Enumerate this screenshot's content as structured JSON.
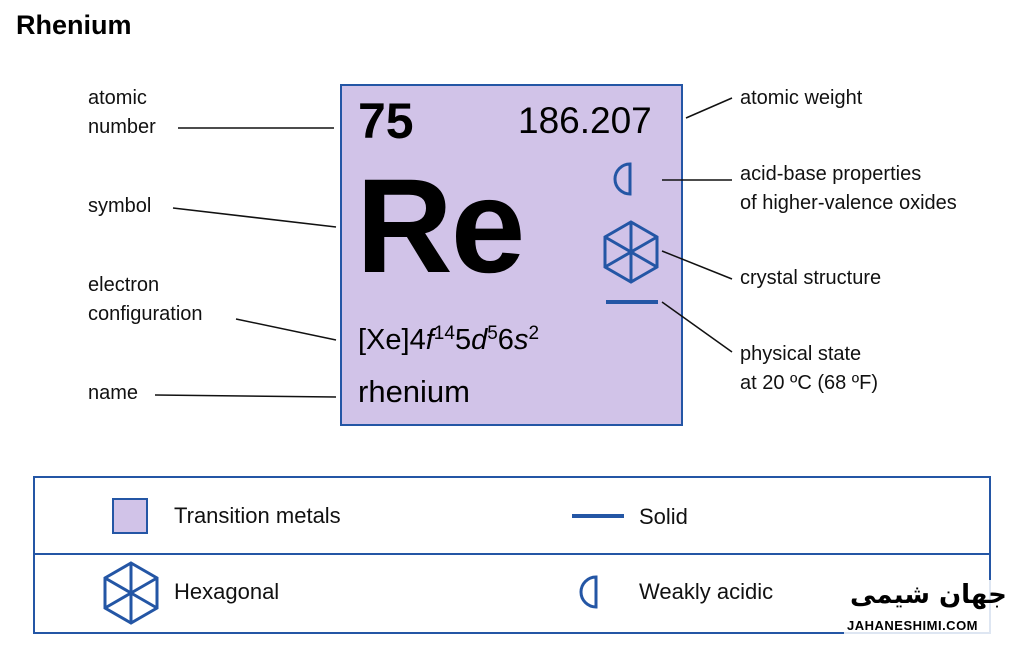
{
  "title": "Rhenium",
  "element": {
    "atomic_number": "75",
    "atomic_weight": "186.207",
    "symbol": "Re",
    "config": {
      "core": "[Xe]",
      "o1": "4",
      "l1": "f",
      "e1": "14",
      "o2": "5",
      "l2": "d",
      "e2": "5",
      "o3": "6",
      "l3": "s",
      "e3": "2"
    },
    "name": "rhenium",
    "color": "#d1c3e8",
    "accent": "#2456a5"
  },
  "labels": {
    "atomic_number_l1": "atomic",
    "atomic_number_l2": "number",
    "symbol": "symbol",
    "electron_l1": "electron",
    "electron_l2": "configuration",
    "name": "name",
    "atomic_weight": "atomic weight",
    "acid_l1": "acid-base properties",
    "acid_l2": "of higher-valence oxides",
    "crystal": "crystal structure",
    "state_l1": "physical state",
    "state_l2": "at 20 ºC (68 ºF)"
  },
  "legend": {
    "category": "Transition metals",
    "state": "Solid",
    "crystal": "Hexagonal",
    "acid": "Weakly acidic"
  },
  "icons": {
    "category": "color-swatch-icon",
    "state": "solid-line-icon",
    "crystal": "hexagonal-crystal-icon",
    "acid": "weakly-acidic-half-circle-icon"
  },
  "watermark": {
    "fa": "جهان شیمی",
    "en": "JAHANESHIMI.COM"
  }
}
